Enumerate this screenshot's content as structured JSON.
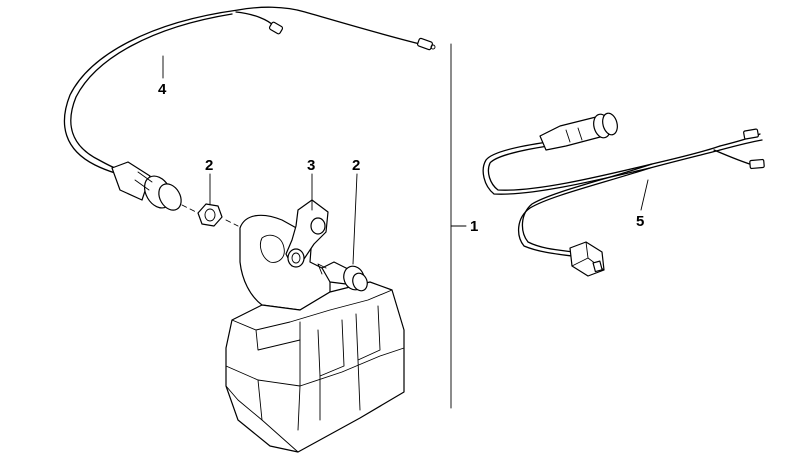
{
  "diagram": {
    "callouts": [
      {
        "id": "c1",
        "label": "1"
      },
      {
        "id": "c2a",
        "label": "2"
      },
      {
        "id": "c2b",
        "label": "2"
      },
      {
        "id": "c3",
        "label": "3"
      },
      {
        "id": "c4",
        "label": "4"
      },
      {
        "id": "c5",
        "label": "5"
      }
    ]
  }
}
